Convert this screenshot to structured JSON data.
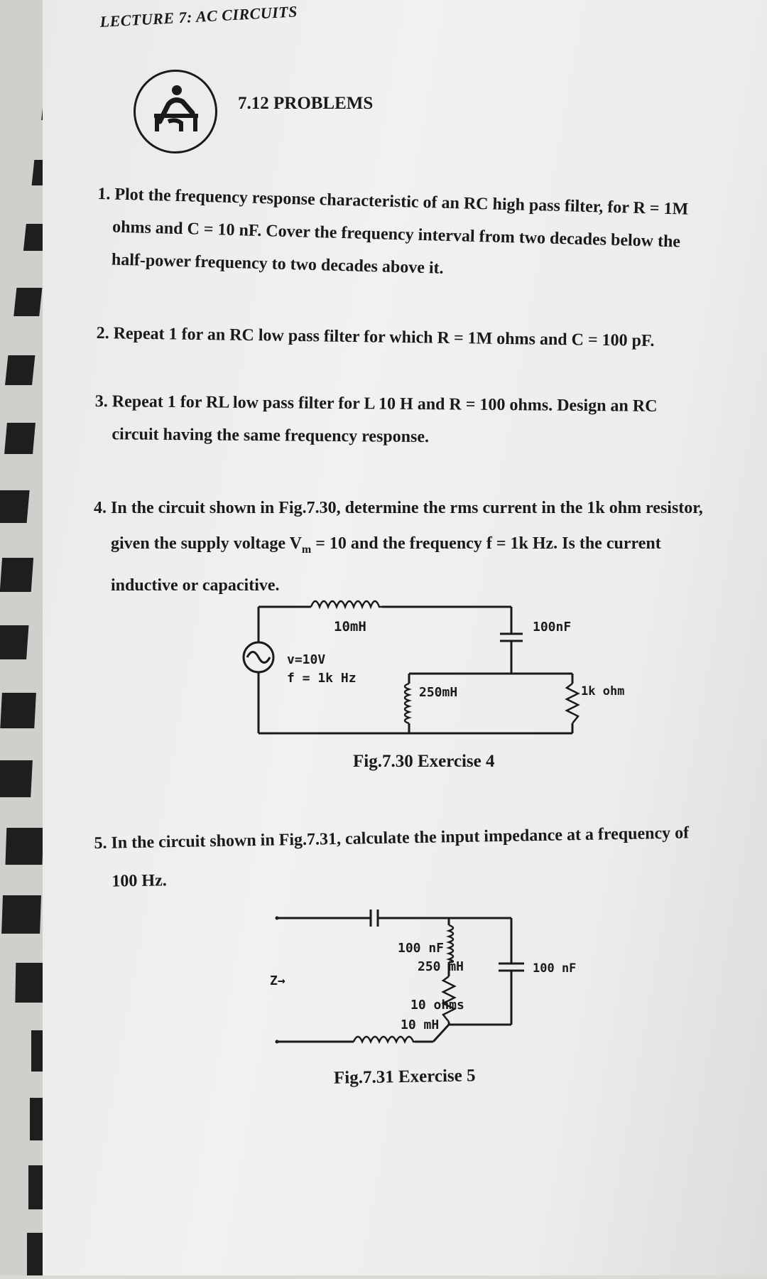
{
  "header": {
    "title": "LECTURE 7: AC CIRCUITS"
  },
  "section": {
    "title": "7.12 PROBLEMS",
    "logo_icon": "reader-at-desk-icon"
  },
  "problems": [
    {
      "number": "1.",
      "lines": [
        "Plot the frequency response characteristic of an RC high pass filter, for R = 1M",
        "ohms and C = 10 nF. Cover the frequency interval from two decades  below the",
        "half-power frequency to two decades above it."
      ]
    },
    {
      "number": "2.",
      "lines": [
        "Repeat 1 for an RC low pass filter for which R = 1M ohms and C = 100 pF."
      ]
    },
    {
      "number": "3.",
      "lines": [
        "Repeat 1 for RL low pass filter for L 10 H and R = 100 ohms. Design an RC",
        "circuit having the same frequency response."
      ]
    },
    {
      "number": "4.",
      "lines": [
        "In the circuit shown in Fig.7.30, determine the rms current in the 1k ohm resistor,",
        "given the supply voltage V",
        "inductive or capacitive."
      ],
      "voltage_subscript": "m",
      "voltage_rest": " = 10  and  the frequency f = 1k Hz. Is the current"
    },
    {
      "number": "5.",
      "lines": [
        "In the circuit shown in Fig.7.31, calculate the input impedance at a frequency of",
        "100 Hz."
      ]
    }
  ],
  "fig730": {
    "caption": "Fig.7.30 Exercise 4",
    "inductor_top": "10mH",
    "source_voltage": "v=10V",
    "source_freq": "f = 1k Hz",
    "capacitor": "100nF",
    "inductor_shunt": "250mH",
    "resistor": "1k ohms"
  },
  "fig731": {
    "caption": "Fig.7.31  Exercise 5",
    "impedance_arrow": "Z→",
    "capacitor_series": "100 nF",
    "inductor_shunt": "250 mH",
    "resistor": "10 ohms",
    "inductor_bottom": "10 mH",
    "capacitor_right": "100 nF"
  }
}
